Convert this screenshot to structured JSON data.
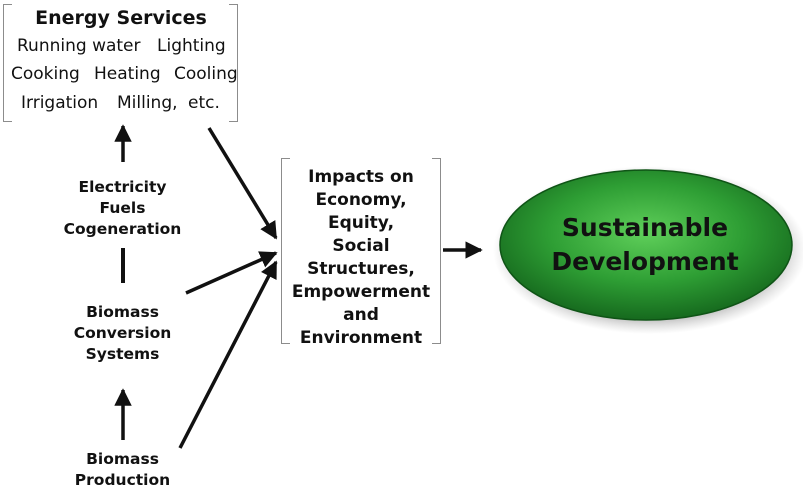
{
  "energy_services": {
    "title": "Energy Services",
    "items": [
      "Running water",
      "Lighting",
      "Cooking",
      "Heating",
      "Cooling",
      "Irrigation",
      "Milling,",
      "etc."
    ]
  },
  "chain": {
    "fuels": [
      "Electricity",
      "Fuels",
      "Cogeneration"
    ],
    "conversion": [
      "Biomass",
      "Conversion",
      "Systems"
    ],
    "production": [
      "Biomass",
      "Production"
    ]
  },
  "impacts": {
    "lines": [
      "Impacts on",
      "Economy,",
      "Equity,",
      "Social Structures,",
      "Empowerment",
      "and",
      "Environment"
    ]
  },
  "outcome": {
    "lines": [
      "Sustainable",
      "Development"
    ],
    "fill_color": "#2e9e34"
  }
}
